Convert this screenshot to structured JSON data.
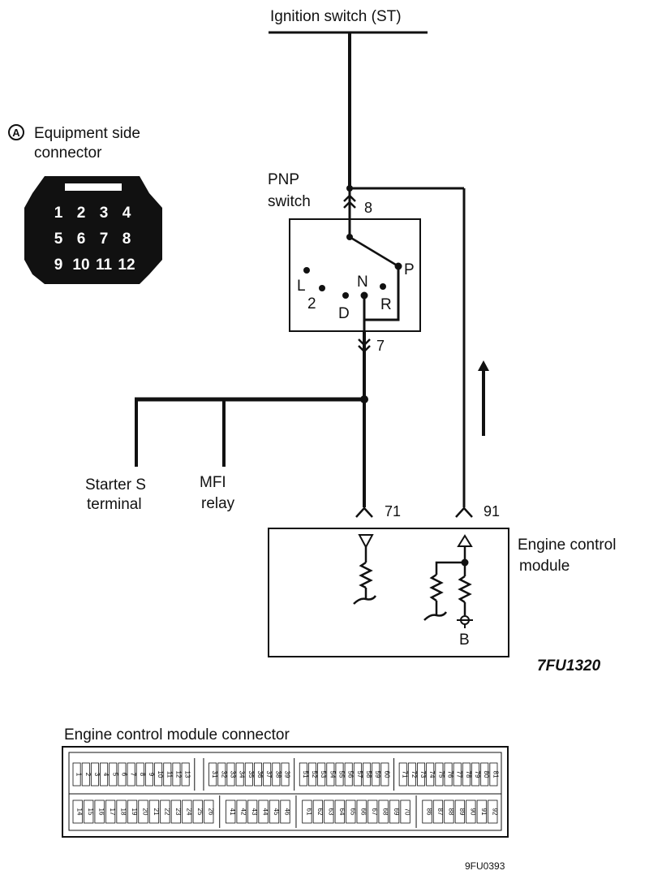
{
  "ignition": {
    "label": "Ignition switch (ST)"
  },
  "pnp": {
    "label_line1": "PNP",
    "label_line2": "switch",
    "pin_top": "8",
    "pin_bottom": "7",
    "positions": {
      "L": "L",
      "two": "2",
      "D": "D",
      "N": "N",
      "R": "R",
      "P": "P"
    }
  },
  "connector": {
    "badge": "A",
    "title_line1": "Equipment side",
    "title_line2": "connector",
    "pins": [
      "1",
      "2",
      "3",
      "4",
      "5",
      "6",
      "7",
      "8",
      "9",
      "10",
      "11",
      "12"
    ]
  },
  "outputs": {
    "starter_line1": "Starter S",
    "starter_line2": "terminal",
    "mfi_line1": "MFI",
    "mfi_line2": "relay"
  },
  "ecm": {
    "title_line1": "Engine control",
    "title_line2": "module",
    "pin_left": "71",
    "pin_right": "91",
    "ground": "B"
  },
  "figure_code_1": "7FU1320",
  "ecm_connector": {
    "title": "Engine control module connector",
    "top_row": [
      "1",
      "2",
      "3",
      "4",
      "5",
      "6",
      "7",
      "8",
      "9",
      "10",
      "11",
      "12",
      "13",
      "",
      "",
      "31",
      "32",
      "33",
      "34",
      "35",
      "36",
      "37",
      "38",
      "39",
      "",
      "51",
      "52",
      "53",
      "54",
      "55",
      "56",
      "57",
      "58",
      "59",
      "60",
      "",
      "71",
      "72",
      "73",
      "74",
      "75",
      "76",
      "77",
      "78",
      "79",
      "80",
      "81"
    ],
    "bottom_row": [
      "14",
      "15",
      "16",
      "17",
      "18",
      "19",
      "20",
      "21",
      "22",
      "23",
      "24",
      "25",
      "26",
      "",
      "41",
      "42",
      "43",
      "44",
      "45",
      "46",
      "",
      "61",
      "62",
      "63",
      "64",
      "65",
      "66",
      "67",
      "68",
      "69",
      "70",
      "",
      "86",
      "87",
      "88",
      "89",
      "90",
      "91",
      "92"
    ]
  },
  "figure_code_2": "9FU0393"
}
